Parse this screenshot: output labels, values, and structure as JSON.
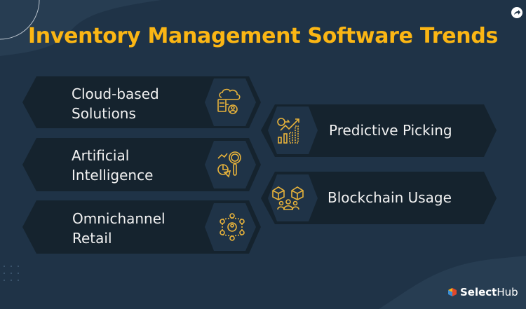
{
  "title": "Inventory Management Software Trends",
  "trends_left": [
    {
      "label_line1": "Cloud-based",
      "label_line2": "Solutions",
      "icon": "cloud-server-user-icon"
    },
    {
      "label_line1": "Artificial",
      "label_line2": "Intelligence",
      "icon": "analytics-magnifier-icon"
    },
    {
      "label_line1": "Omnichannel",
      "label_line2": "Retail",
      "icon": "network-user-icon"
    }
  ],
  "trends_right": [
    {
      "label": "Predictive Picking",
      "icon": "growth-chart-icon"
    },
    {
      "label": "Blockchain Usage",
      "icon": "blockchain-people-icon"
    }
  ],
  "brand": {
    "name_bold": "Select",
    "name_regular": "Hub"
  },
  "colors": {
    "accent": "#fbb614",
    "background": "#1f3347",
    "card": "#15232e",
    "hex_badge": "#1f3347",
    "text": "#f2f2f2"
  }
}
